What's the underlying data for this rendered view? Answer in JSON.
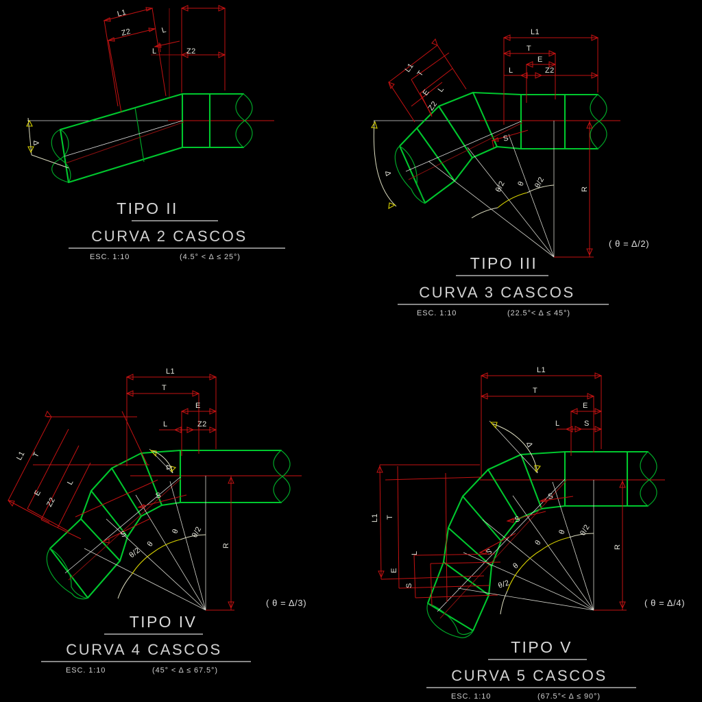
{
  "drawing": {
    "kind": "cad-technical-drawing",
    "background_color": "#000000",
    "palette": {
      "pipe_green": "#00c82e",
      "dimension_red": "#c41212",
      "centerline_white": "#dcdcdc",
      "angle_yellow": "#d8d200",
      "text_white": "#e6e6dc"
    },
    "panels": [
      {
        "id": "tipo-2",
        "title": "TIPO  II",
        "subtitle": "CURVA  2  CASCOS",
        "scale_label": "ESC.  1:10",
        "range_label": "(4.5° <  Δ  ≤  25°)",
        "note": "",
        "dim_labels_top": [
          "L1",
          "Z2",
          "L",
          "L",
          "Z2"
        ],
        "segment_labels": [],
        "angle_labels": [
          "Δ"
        ],
        "radius_label": ""
      },
      {
        "id": "tipo-3",
        "title": "TIPO  III",
        "subtitle": "CURVA  3  CASCOS",
        "scale_label": "ESC.  1:10",
        "range_label": "(22.5°<  Δ   ≤ 45°)",
        "note": "( θ =  Δ/2)",
        "dim_labels_top": [
          "L1",
          "T",
          "E",
          "L",
          "Z2"
        ],
        "dim_labels_rot": [
          "L1",
          "T",
          "E",
          "L",
          "Z2"
        ],
        "segment_labels": [
          "S"
        ],
        "angle_labels": [
          "θ/2",
          "θ",
          "θ/2",
          "Δ"
        ],
        "radius_label": "R"
      },
      {
        "id": "tipo-4",
        "title": "TIPO  IV",
        "subtitle": "CURVA  4  CASCOS",
        "scale_label": "ESC.  1:10",
        "range_label": "(45° <  Δ  ≤  67.5°)",
        "note": "( θ =  Δ/3)",
        "dim_labels_top": [
          "L1",
          "T",
          "E",
          "L",
          "Z2"
        ],
        "dim_labels_rot": [
          "L1",
          "T",
          "L",
          "E",
          "Z2"
        ],
        "segment_labels": [
          "S",
          "S"
        ],
        "angle_labels": [
          "θ/2",
          "θ",
          "θ",
          "θ/2",
          "Δ"
        ],
        "radius_label": "R"
      },
      {
        "id": "tipo-5",
        "title": "TIPO  V",
        "subtitle": "CURVA  5  CASCOS",
        "scale_label": "ESC.  1:10",
        "range_label": "(67.5°<  Δ  ≤  90°)",
        "note": "( θ =  Δ/4)",
        "dim_labels_top": [
          "L1",
          "T",
          "E",
          "L",
          "S"
        ],
        "dim_labels_rot": [
          "L1",
          "T",
          "L",
          "E",
          "S"
        ],
        "segment_labels": [
          "S",
          "S",
          "S"
        ],
        "angle_labels": [
          "θ/2",
          "θ",
          "θ",
          "θ",
          "θ/2",
          "Δ"
        ],
        "radius_label": "R"
      }
    ],
    "glyphs": {
      "delta": "Δ",
      "theta": "θ",
      "le": "≤",
      "lt": "<",
      "degree": "°"
    }
  }
}
